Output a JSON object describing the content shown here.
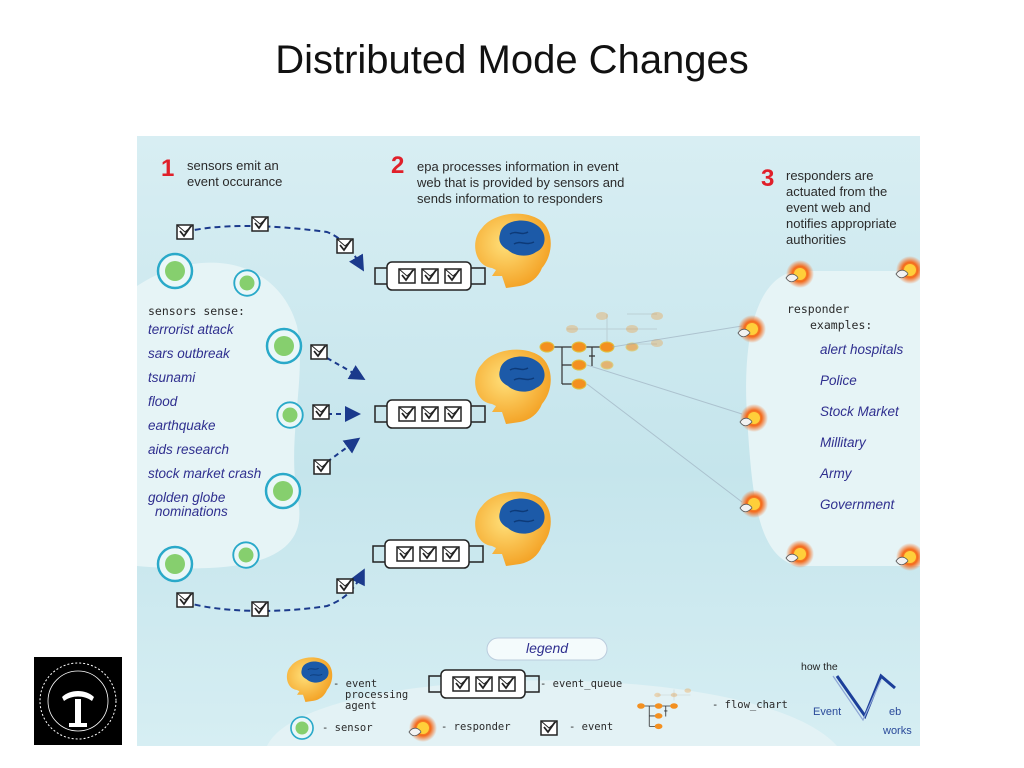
{
  "slide": {
    "title": "Distributed Mode Changes"
  },
  "steps": [
    {
      "number": "1",
      "lines": [
        "sensors emit an",
        "event occurance"
      ]
    },
    {
      "number": "2",
      "lines": [
        "epa processes information in event",
        "web that is provided by sensors and",
        "sends information to responders"
      ]
    },
    {
      "number": "3",
      "lines": [
        "responders are",
        "actuated from the",
        "event web and",
        "notifies appropriate",
        "authorities"
      ]
    }
  ],
  "sensors": {
    "heading": "sensors sense:",
    "items": [
      "terrorist attack",
      "sars outbreak",
      "tsunami",
      "flood",
      "earthquake",
      "aids research",
      "stock market crash",
      "golden globe",
      "nominations"
    ]
  },
  "responders": {
    "heading_line1": "responder",
    "heading_line2": "examples:",
    "items": [
      "alert hospitals",
      "Police",
      "Stock Market",
      "Millitary",
      "Army",
      "Government"
    ]
  },
  "legend": {
    "title": "legend",
    "epa_lines": [
      "- event",
      "processing",
      "agent"
    ],
    "queue": "- event_queue",
    "flow": "- flow_chart",
    "sensor": "- sensor",
    "responder": "- responder",
    "event": "- event"
  },
  "brand": {
    "how": "how the",
    "event": "Event",
    "eb": "eb",
    "works": "works"
  },
  "colors": {
    "sensor": "#7ccf6a",
    "responder": "#f05a1a",
    "brain": "#1c5aa8",
    "head": "#f6a623",
    "arrow": "#1b3a8c",
    "accent": "#e0202a"
  }
}
